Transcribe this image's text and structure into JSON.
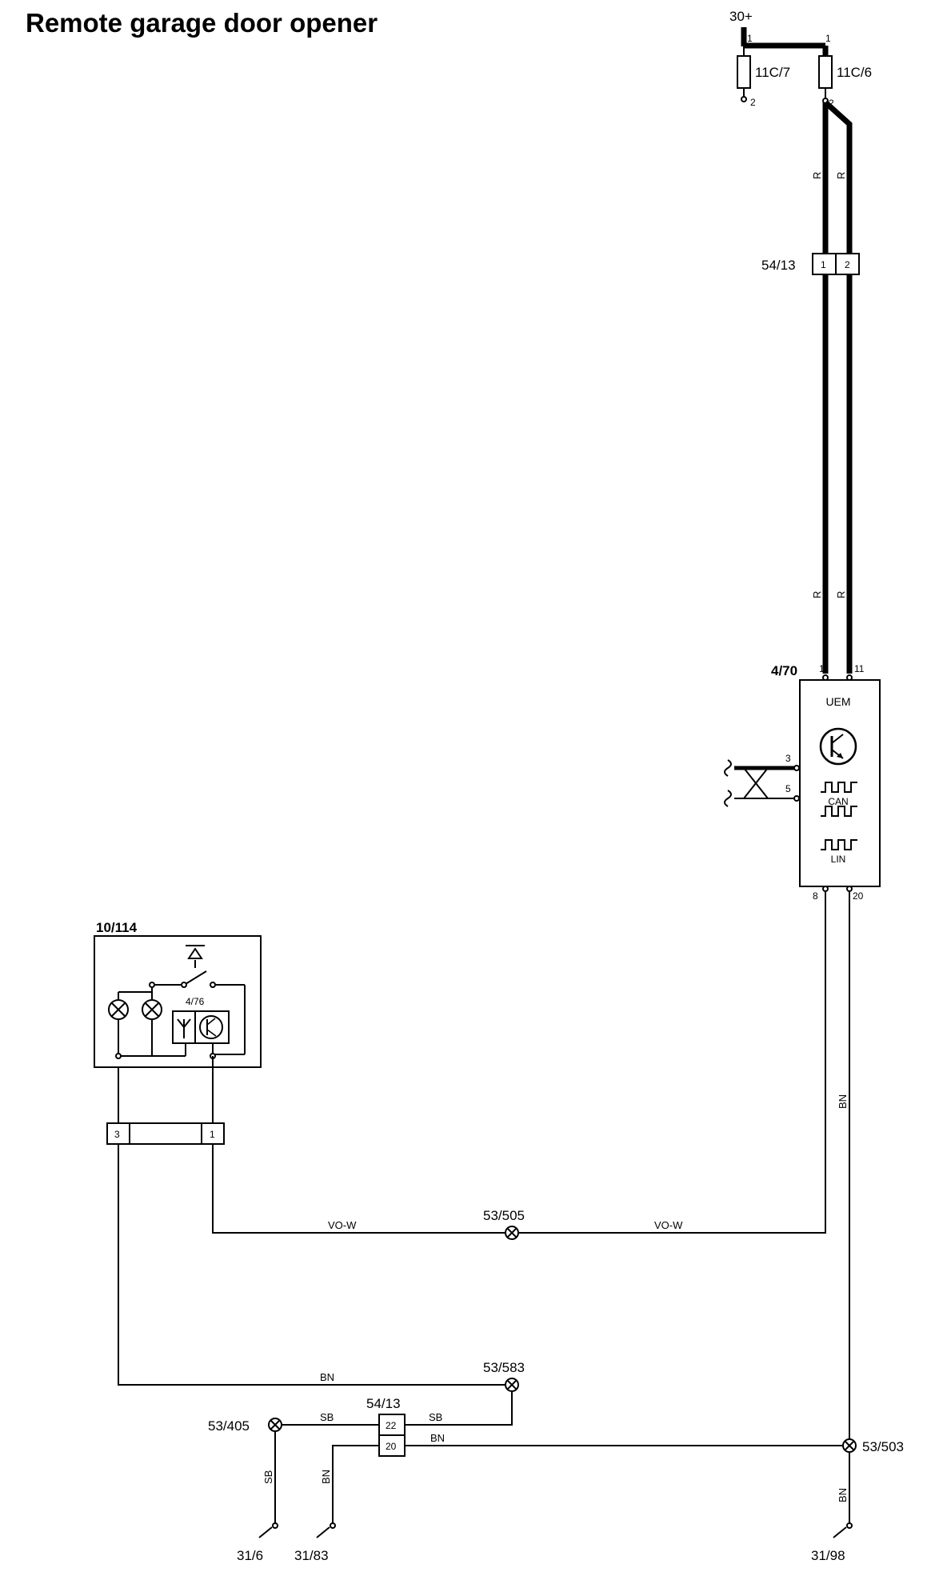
{
  "title": "Remote garage door opener",
  "supply": {
    "label": "30+"
  },
  "fuses": [
    {
      "id": "11C/7",
      "pin_top": "1",
      "pin_bottom": "2"
    },
    {
      "id": "11C/6",
      "pin_top": "1",
      "pin_bottom": "2"
    }
  ],
  "connector_top": {
    "id": "54/13",
    "pins": [
      "1",
      "2"
    ]
  },
  "wire_colors": {
    "red": "R",
    "brown": "BN",
    "violet_white": "VO-W",
    "black": "SB"
  },
  "uem": {
    "id": "4/70",
    "name": "UEM",
    "pins": {
      "p1": "1",
      "p11": "11",
      "p3": "3",
      "p5": "5",
      "p8": "8",
      "p20": "20"
    },
    "bus_can": "CAN",
    "bus_lin": "LIN"
  },
  "opener": {
    "id": "10/114",
    "module": "4/76"
  },
  "opener_connector": {
    "pins": [
      "3",
      "1"
    ]
  },
  "splices": [
    "53/505",
    "53/583",
    "53/405",
    "53/503"
  ],
  "connector_bottom": {
    "id": "54/13",
    "pins": [
      "22",
      "20"
    ]
  },
  "grounds": [
    "31/6",
    "31/83",
    "31/98"
  ]
}
